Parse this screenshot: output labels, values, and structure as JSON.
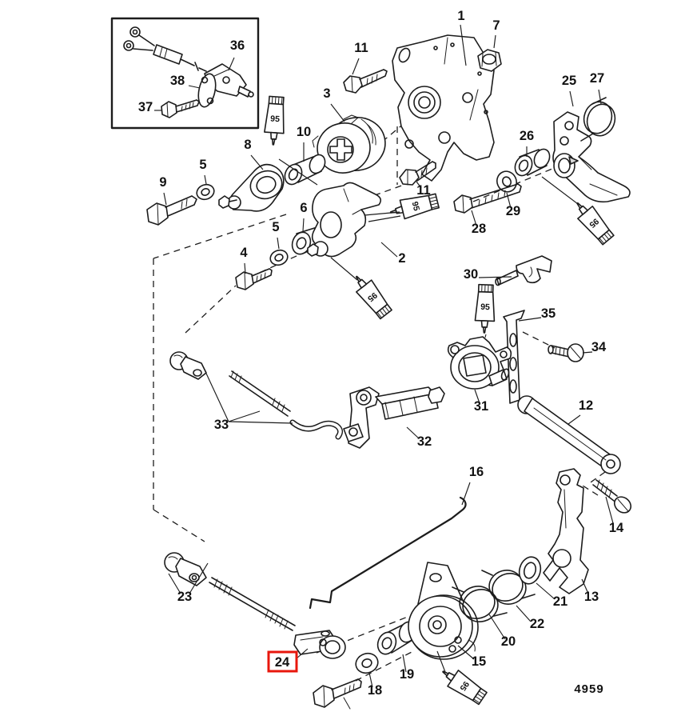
{
  "diagram": {
    "drawing_number": "4959",
    "lube_tube_label": "95",
    "highlighted_callout": "24",
    "colors": {
      "line": "#1c1c1c",
      "highlight_box": "#e8170d",
      "background": "#ffffff"
    }
  },
  "callouts": {
    "1": "1",
    "2": "2",
    "3": "3",
    "4": "4",
    "5": "5",
    "6": "6",
    "7": "7",
    "8": "8",
    "9": "9",
    "10": "10",
    "11": "11",
    "12": "12",
    "13": "13",
    "14": "14",
    "15": "15",
    "16": "16",
    "18": "18",
    "19": "19",
    "20": "20",
    "21": "21",
    "22": "22",
    "23": "23",
    "24": "24",
    "25": "25",
    "26": "26",
    "27": "27",
    "28": "28",
    "29": "29",
    "30": "30",
    "31": "31",
    "32": "32",
    "33": "33",
    "34": "34",
    "35": "35",
    "36": "36",
    "37": "37",
    "38": "38"
  }
}
